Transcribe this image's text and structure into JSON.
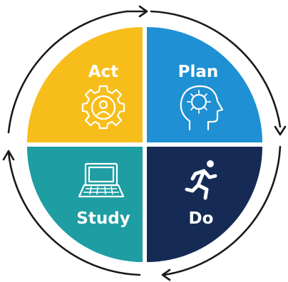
{
  "diagram": {
    "quadrants": [
      {
        "id": "act",
        "label": "Act",
        "icon": "gear-person-icon",
        "color": "#F7BE1B"
      },
      {
        "id": "plan",
        "label": "Plan",
        "icon": "head-brain-icon",
        "color": "#1E90D3"
      },
      {
        "id": "study",
        "label": "Study",
        "icon": "laptop-icon",
        "color": "#1E9DA3"
      },
      {
        "id": "do",
        "label": "Do",
        "icon": "running-person-icon",
        "color": "#152B55"
      }
    ],
    "cycle_direction": "clockwise",
    "arrow_color": "#1A1A1A"
  }
}
